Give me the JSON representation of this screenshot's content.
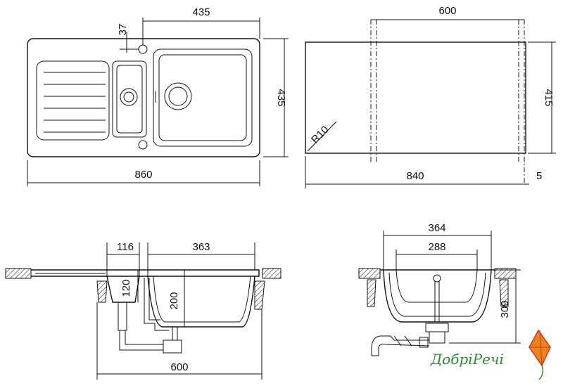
{
  "top_view": {
    "dim_width_total": "860",
    "dim_depth": "435",
    "dim_bowl_width": "435",
    "dim_tap_offset": "37"
  },
  "cutout": {
    "dim_width": "600",
    "dim_depth": "415",
    "dim_length": "840",
    "dim_gap": "5",
    "dim_radius": "R10"
  },
  "side_view": {
    "dim_small_bowl": "116",
    "dim_main_bowl": "363",
    "dim_small_depth": "120",
    "dim_main_depth": "200",
    "dim_total": "600"
  },
  "front_view": {
    "dim_outer": "364",
    "dim_inner": "288",
    "dim_height": "309"
  },
  "logo": {
    "text": "ДобріРечі"
  },
  "colors": {
    "line": "#111111",
    "logo_green": "#2e8b2e",
    "logo_orange": "#e8841a",
    "logo_red": "#d6331f"
  }
}
